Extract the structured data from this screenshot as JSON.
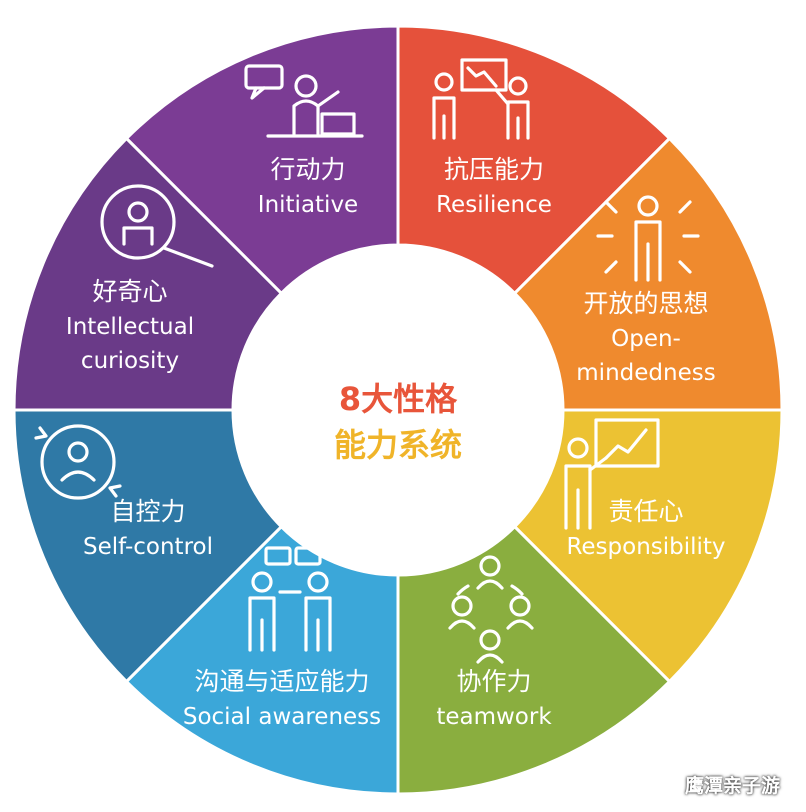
{
  "center": {
    "line1": "8大性格",
    "line2": "能力系统",
    "line1_color": "#e8553a",
    "line2_color": "#f0b429"
  },
  "segments": [
    {
      "cn": "行动力",
      "en": "Initiative",
      "color": "#7b3c94",
      "icon": "presenter-at-desk-icon"
    },
    {
      "cn": "抗压能力",
      "en": "Resilience",
      "color": "#e5513b",
      "icon": "two-people-chart-icon"
    },
    {
      "cn": "开放的思想",
      "en": "Open-\nmindedness",
      "color": "#ef8a2e",
      "icon": "person-arrows-icon"
    },
    {
      "cn": "责任心",
      "en": "Responsibility",
      "color": "#ecc233",
      "icon": "person-board-growth-icon"
    },
    {
      "cn": "协作力",
      "en": "teamwork",
      "color": "#8aae3f",
      "icon": "team-circle-icon"
    },
    {
      "cn": "沟通与适应能力",
      "en": "Social awareness",
      "color": "#3ba7d9",
      "icon": "two-people-talking-icon"
    },
    {
      "cn": "自控力",
      "en": "Self-control",
      "color": "#2f79a6",
      "icon": "person-cycle-icon"
    },
    {
      "cn": "好奇心",
      "en": "Intellectual\ncuriosity",
      "color": "#6a3a88",
      "icon": "magnifier-person-icon"
    }
  ],
  "watermark": {
    "text": "鹰潭亲子游",
    "icon": "wechat-icon"
  }
}
